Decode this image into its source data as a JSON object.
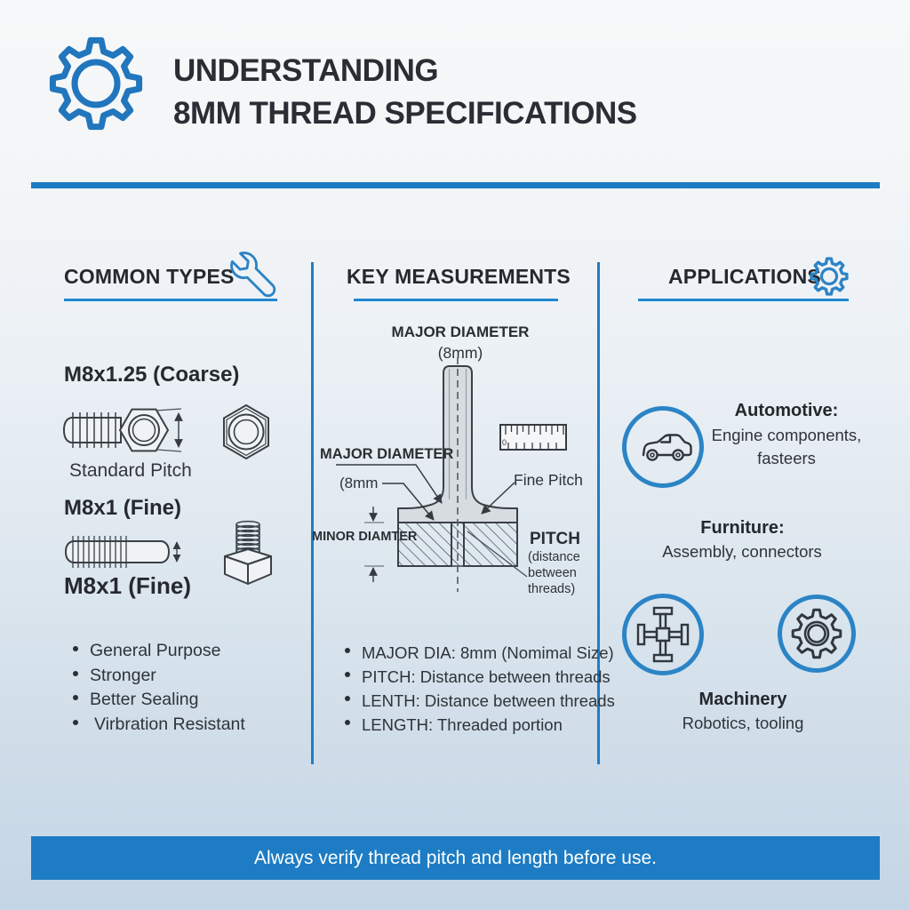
{
  "header": {
    "title_line1": "UNDERSTANDING",
    "title_line2": "8MM THREAD SPECIFICATIONS"
  },
  "columns": {
    "common_types": {
      "heading": "COMMON TYPES",
      "type1_label": "M8x1.25 (Coarse)",
      "type1_caption": "Standard Pitch",
      "type2_label": "M8x1 (Fine)",
      "type3_label": "M8x1 (Fine)",
      "bullets": [
        "General Purpose",
        "Stronger",
        "Better Sealing",
        "Virbration Resistant"
      ]
    },
    "key_measurements": {
      "heading": "KEY MEASUREMENTS",
      "diagram": {
        "top_label": "MAJOR DIAMETER",
        "top_sublabel": "(8mm)",
        "left_label": "MAJOR DIAMETER",
        "left_sublabel": "(8mm",
        "minor_label": "MINOR DIAMTER",
        "fine_pitch_label": "Fine Pitch",
        "pitch_label": "PITCH",
        "pitch_sublabel": "(distance between threads)",
        "ruler_zero": "0"
      },
      "bullets": [
        "MAJOR DIA: 8mm (Nomimal Size)",
        "PITCH: Distance between threads",
        "LENTH: Distance between threads",
        "LENGTH: Threaded portion"
      ]
    },
    "applications": {
      "heading": "APPLICATIONS",
      "automotive": {
        "title": "Automotive:",
        "desc_line1": "Engine components,",
        "desc_line2": "fasteers"
      },
      "furniture": {
        "title": "Furniture:",
        "desc": "Assembly, connectors"
      },
      "machinery": {
        "title": "Machinery",
        "desc": "Robotics, tooling"
      }
    }
  },
  "footer": {
    "note": "Always verify thread pitch and length before use."
  },
  "icons": {
    "header": "gear",
    "common_types_heading": "wrench",
    "applications_heading": "gear",
    "key_measurements": "ruler",
    "automotive": "car",
    "machinery": [
      "connector-joint",
      "gear"
    ]
  },
  "colors": {
    "accent_blue": "#1d7cc3",
    "icon_blue": "#2b83c5",
    "underline_blue": "#2186d0",
    "text_dark": "#2b2f34",
    "diagram_gray": "#d7dce1",
    "banner_text": "#ffffff"
  }
}
